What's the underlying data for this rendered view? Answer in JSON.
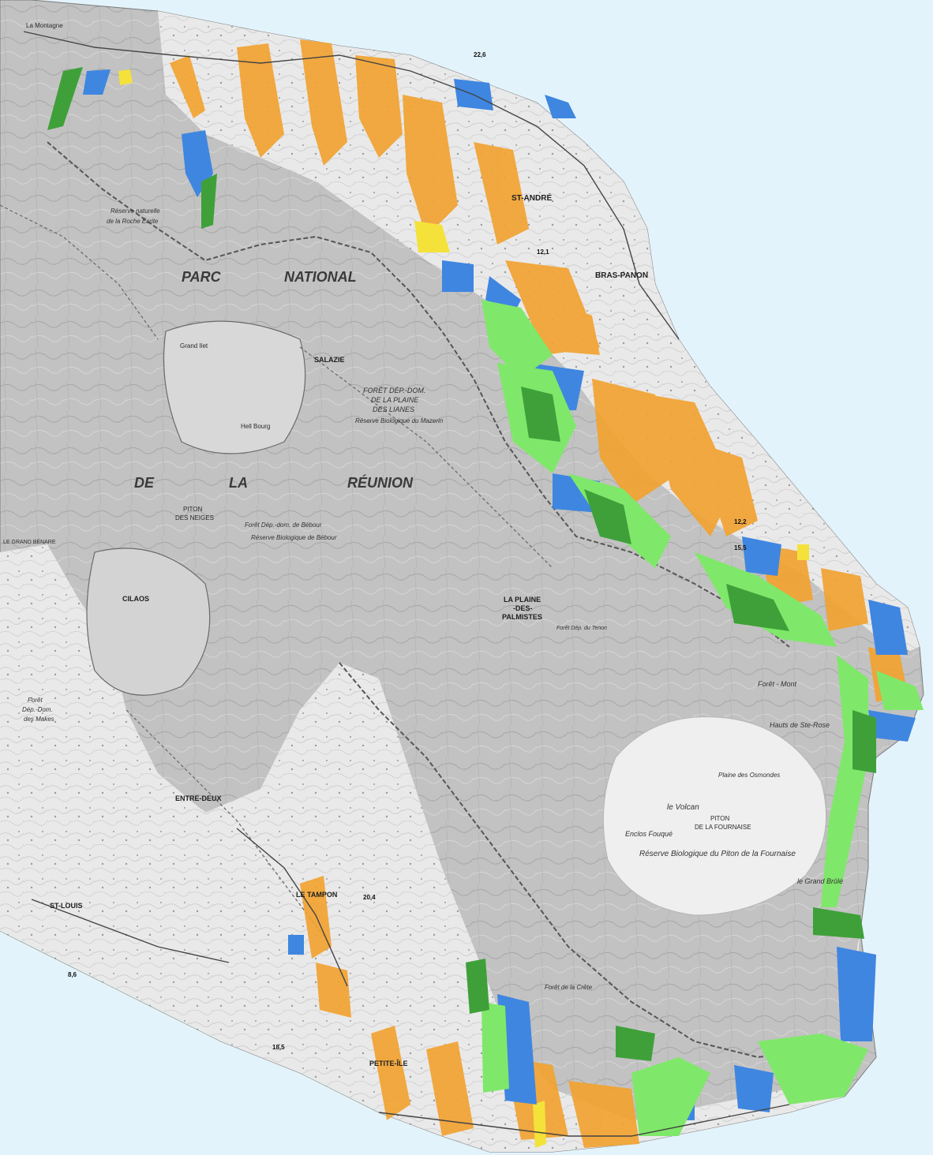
{
  "map": {
    "colors": {
      "sea": "#e3f3fb",
      "land": "#bdbdbd",
      "land_light": "#e7e7e7",
      "orange": "#f2a22e",
      "blue": "#3f86e0",
      "light_green": "#7fe86a",
      "dark_green": "#3fa03a",
      "yellow": "#f4e23a"
    },
    "labels": {
      "region_parc": "PARC",
      "region_national": "NATIONAL",
      "region_de": "DE",
      "region_la": "LA",
      "region_reunion": "RÉUNION",
      "town_st_andre": "ST-ANDRÉ",
      "town_bras_panon": "BRAS-PANON",
      "town_salazie": "SALAZIE",
      "town_hell_bourg": "Hell Bourg",
      "town_grand_ilet": "Grand Ilet",
      "town_la_plaine_1": "LA PLAINE",
      "town_la_plaine_2": "-DES-",
      "town_la_plaine_3": "PALMISTES",
      "town_cilaos": "CILAOS",
      "town_entre_deux": "ENTRE-DEUX",
      "town_le_tampon": "LE TAMPON",
      "town_st_louis": "ST-LOUIS",
      "town_petite_ile": "PETITE-ÎLE",
      "town_la_montagne": "La Montagne",
      "forest_lianes_1": "FORÊT DÉP.-DOM.",
      "forest_lianes_2": "DE LA PLAINE",
      "forest_lianes_3": "DES LIANES",
      "reserve_mazerin": "Réserve Biologique du Mazerin",
      "reserve_roche_ecrite_1": "Réserve naturelle",
      "reserve_roche_ecrite_2": "de la Roche Écrite",
      "piton_neiges_1": "PITON",
      "piton_neiges_2": "DES NEIGES",
      "foret_bebour": "Forêt Dép.-dom. de Bébour",
      "reserve_bebour": "Réserve Biologique de Bébour",
      "foret_makes_1": "Forêt",
      "foret_makes_2": "Dép.-Dom.",
      "foret_makes_3": "des Makes",
      "volcan": "le Volcan",
      "piton_fournaise_1": "PITON",
      "piton_fournaise_2": "DE LA FOURNAISE",
      "reserve_fournaise": "Réserve Biologique du Piton de la Fournaise",
      "foret_crete": "Forêt de la Crête",
      "hauts_ste_rose": "Hauts de Ste-Rose",
      "plaine_osmondes": "Plaine des Osmondes",
      "enclos_fouque": "Enclos Fouqué",
      "grand_brule": "le Grand Brûlé",
      "foret_mont": "Forêt - Mont",
      "foret_dep_tenon": "Forêt Dép. du Tenon",
      "le_grand_benare": "LE GRAND BÉNARE",
      "road_122": "12,2",
      "road_121": "12,1",
      "road_155": "15,5",
      "road_204": "20,4",
      "road_226": "22,6",
      "road_86": "8,6",
      "road_185": "18,5"
    }
  }
}
